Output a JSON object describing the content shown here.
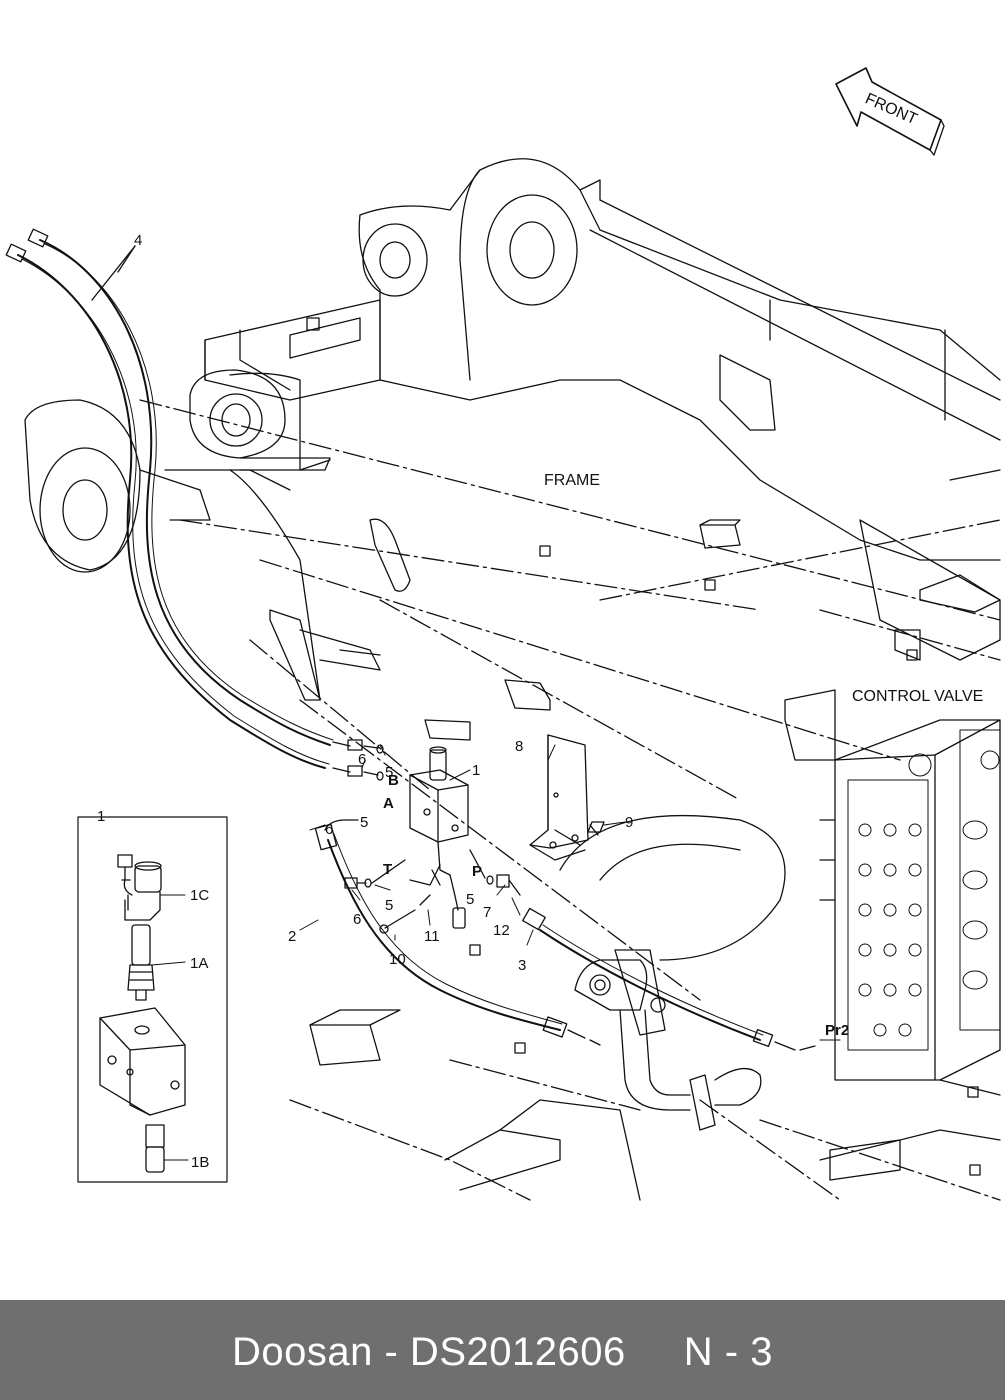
{
  "diagram": {
    "labels": {
      "front": "FRONT",
      "frame": "FRAME",
      "control_valve": "CONTROL VALVE",
      "port_pr2": "Pr2",
      "port_a": "A",
      "port_b": "B",
      "port_t": "T",
      "port_p": "P"
    },
    "callouts": {
      "c1_main": "1",
      "c1_inset": "1",
      "c1a": "1A",
      "c1b": "1B",
      "c1c": "1C",
      "c2": "2",
      "c3": "3",
      "c4": "4",
      "c5a": "5",
      "c5b": "5",
      "c5c": "5",
      "c5d": "5",
      "c6a": "6",
      "c6b": "6",
      "c6c": "6",
      "c7": "7",
      "c8": "8",
      "c9": "9",
      "c10": "10",
      "c11": "11",
      "c12": "12"
    }
  },
  "footer": {
    "text": "Doosan - DS2012606     N - 3"
  }
}
